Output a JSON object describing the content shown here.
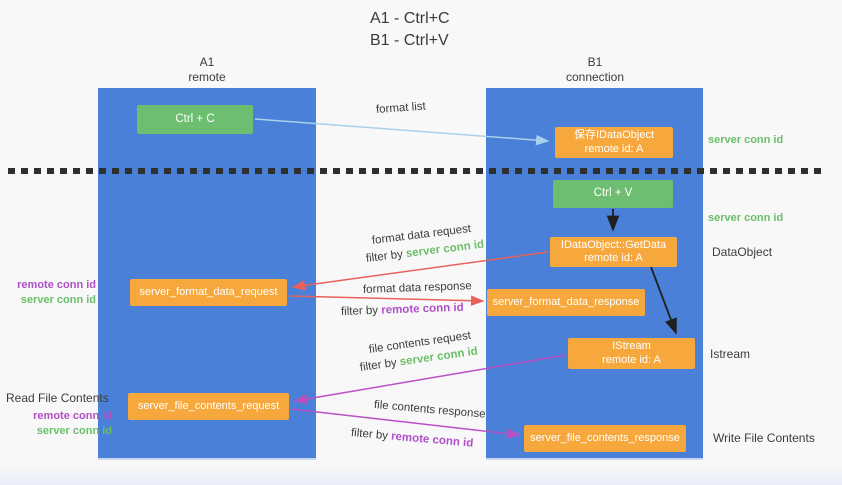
{
  "title": {
    "line1": "A1 - Ctrl+C",
    "line2": "B1 - Ctrl+V"
  },
  "columns": {
    "a": {
      "id": "A1",
      "name": "remote"
    },
    "b": {
      "id": "B1",
      "name": "connection"
    }
  },
  "boxes": {
    "ctrl_c": {
      "label": "Ctrl + C"
    },
    "save_idataobject": {
      "line1": "保存IDataObject",
      "line2": "remote id: A"
    },
    "ctrl_v": {
      "label": "Ctrl + V"
    },
    "getdata": {
      "line1": "IDataObject::GetData",
      "line2": "remote id: A"
    },
    "format_request": {
      "label": "server_format_data_request"
    },
    "format_response": {
      "label": "server_format_data_response"
    },
    "istream": {
      "line1": "IStream",
      "line2": "remote id: A"
    },
    "file_request": {
      "label": "server_file_contents_request"
    },
    "file_response": {
      "label": "server_file_contents_response"
    }
  },
  "flow": {
    "format_list": "format list",
    "format_request_line1": "format data request",
    "format_request_filter": "filter by ",
    "format_request_key": "server conn id",
    "format_response_line1": "format data response",
    "format_response_filter": "filter by ",
    "format_response_key": "remote conn id",
    "file_request_line1": "file contents request",
    "file_request_filter": "filter by ",
    "file_request_key": "server conn id",
    "file_response_line1": "file contents response",
    "file_response_filter": "filter by ",
    "file_response_key": "remote conn id"
  },
  "left_labels": {
    "remote_conn_id_1": "remote conn id",
    "server_conn_id_1": "server conn id",
    "read_file_contents": "Read File Contents",
    "remote_conn_id_2": "remote conn id",
    "server_conn_id_2": "server conn id"
  },
  "right_labels": {
    "server_conn_id_top": "server conn id",
    "server_conn_id_mid": "server conn id",
    "dataobject": "DataObject",
    "istream": "Istream",
    "write_file_contents": "Write File Contents"
  },
  "colors": {
    "col-blue": "#4a80d8",
    "box-green": "#6dbe70",
    "box-orange": "#f7a83c",
    "arrow-red": "#e8615a",
    "arrow-magenta": "#bb50c4",
    "arrow-blue": "#a8d2ee",
    "txt-green": "#6abf69",
    "txt-purple": "#b050c8",
    "txt-dark": "#3c3c3c"
  }
}
